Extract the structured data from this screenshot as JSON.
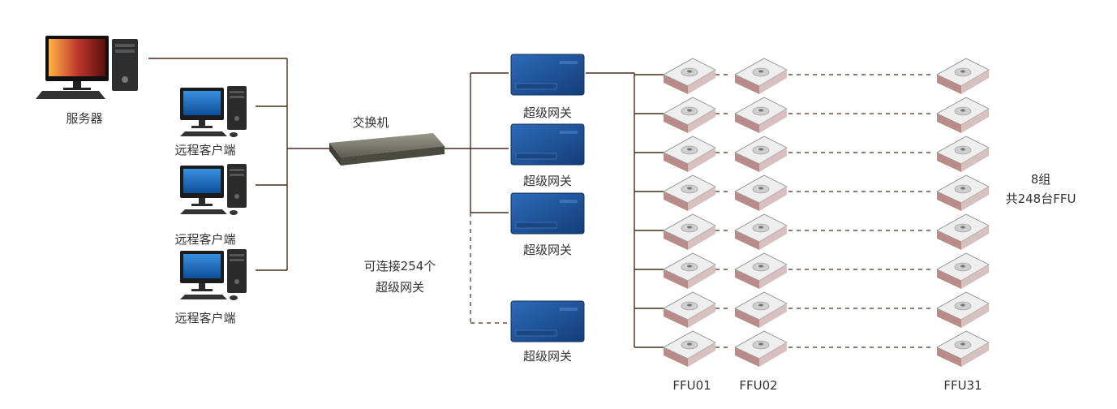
{
  "labels": {
    "server": "服务器",
    "client": "远程客户端",
    "switch": "交换机",
    "gateway": "超级网关",
    "gateway_note_line1": "可连接254个",
    "gateway_note_line2": "超级网关",
    "group_line1": "8组",
    "group_line2": "共248台FFU",
    "ffu_first": "FFU01",
    "ffu_second": "FFU02",
    "ffu_last": "FFU31"
  },
  "counts": {
    "remote_clients": 3,
    "gateways_shown": 4,
    "max_gateways": 254,
    "ffu_groups": 8,
    "ffu_total": 248
  },
  "icons": {
    "server": "desktop-computer-icon",
    "client": "workstation-computer-icon",
    "switch": "network-switch-icon",
    "gateway": "gateway-device-icon",
    "ffu": "fan-filter-unit-icon"
  },
  "colors": {
    "line": "#4a2a1e",
    "gateway_blue": "#1d4f95",
    "monitor_blue": "#1a6fc0"
  }
}
